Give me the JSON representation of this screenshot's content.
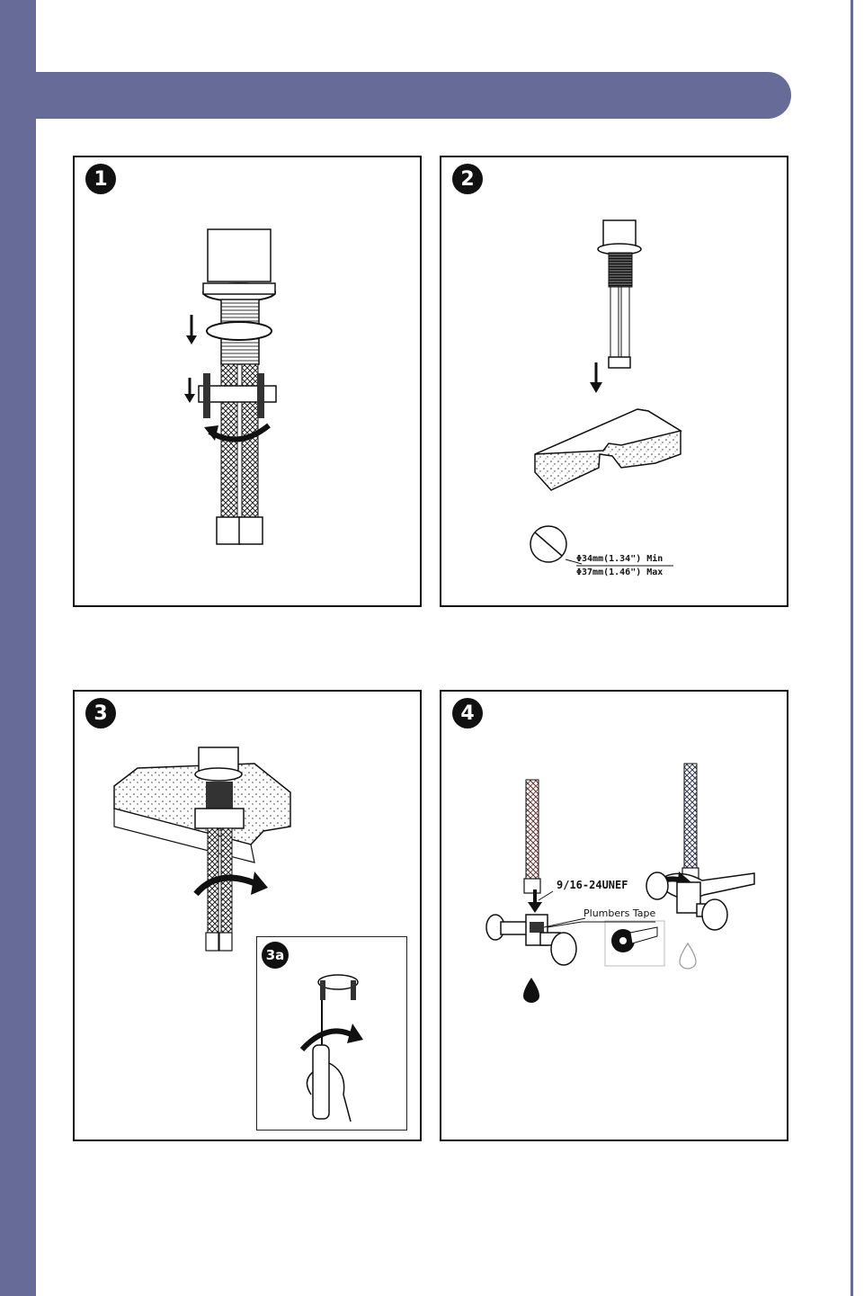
{
  "theme": {
    "brand": "#676b98"
  },
  "steps": [
    {
      "number": "1"
    },
    {
      "number": "2"
    },
    {
      "number": "3",
      "inset": "3a"
    },
    {
      "number": "4"
    }
  ],
  "step2": {
    "hole_min": "Φ34mm(1.34\") Min",
    "hole_max": "Φ37mm(1.46\") Max"
  },
  "step4": {
    "thread_label": "9/16-24UNEF",
    "tape_label": "Plumbers Tape"
  }
}
